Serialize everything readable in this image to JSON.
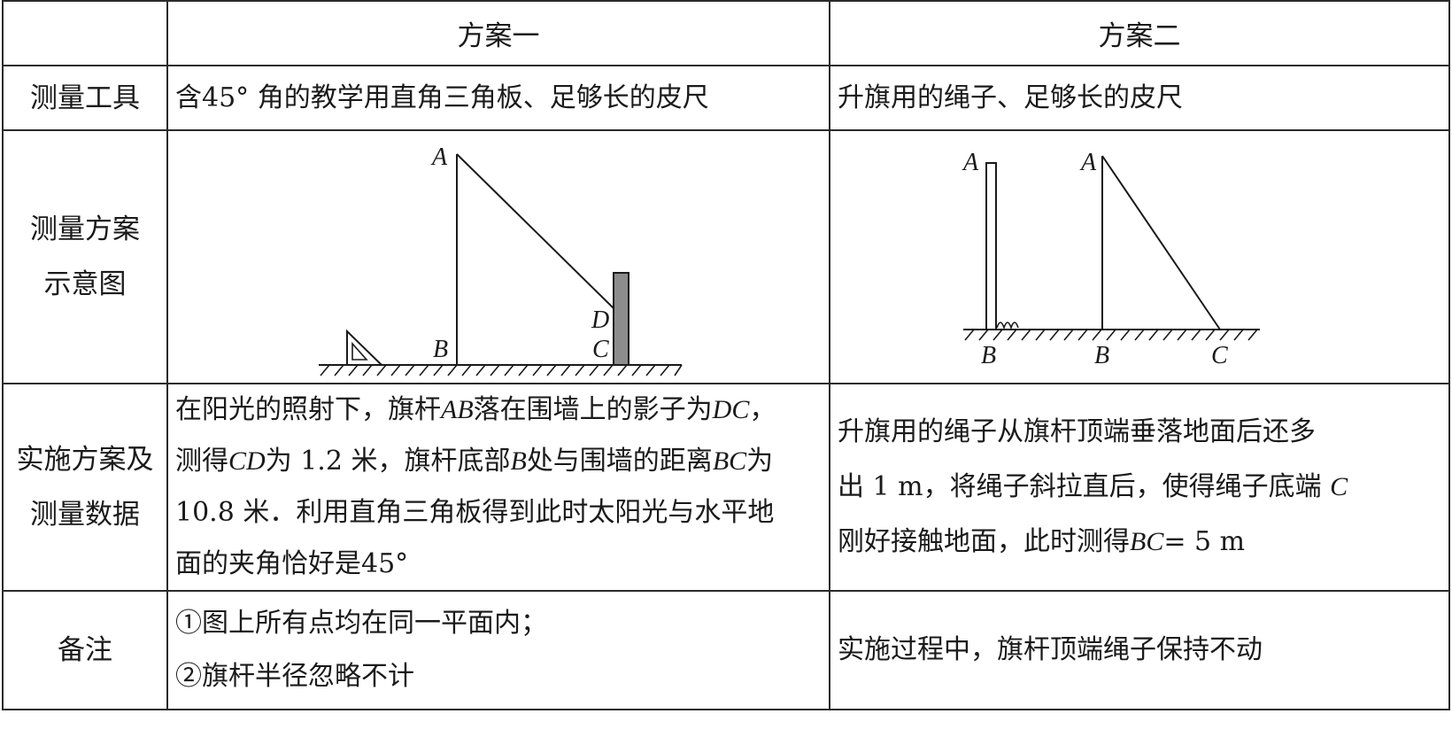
{
  "header": {
    "col1": "方案一",
    "col2": "方案二"
  },
  "rows": {
    "tools": {
      "label": "测量工具",
      "plan1": "含45° 角的教学用直角三角板、足够长的皮尺",
      "plan2": "升旗用的绳子、足够长的皮尺"
    },
    "diagram": {
      "label_line1": "测量方案",
      "label_line2": "示意图",
      "plan1_points": {
        "A": "A",
        "B": "B",
        "C": "C",
        "D": "D"
      },
      "plan2_points": {
        "A1": "A",
        "B1": "B",
        "A2": "A",
        "B2": "B",
        "C": "C"
      }
    },
    "implementation": {
      "label_line1": "实施方案及",
      "label_line2": "测量数据",
      "plan1": {
        "l1_a": "在阳光的照射下，旗杆",
        "l1_b": "AB",
        "l1_c": "落在围墙上的影子为",
        "l1_d": "DC",
        "l1_e": "，",
        "l2_a": "测得",
        "l2_b": "CD",
        "l2_c": "为 1.2 米，旗杆底部",
        "l2_d": "B",
        "l2_e": "处与围墙的距离",
        "l2_f": "BC",
        "l2_g": "为",
        "l3": "10.8 米．利用直角三角板得到此时太阳光与水平地",
        "l4": "面的夹角恰好是45°"
      },
      "plan2": {
        "l1": "升旗用的绳子从旗杆顶端垂落地面后还多",
        "l2_a": "出 1 m，将绳子斜拉直后，使得绳子底端",
        "l2_b": "C",
        "l3_a": "刚好接触地面，此时测得",
        "l3_b": "BC",
        "l3_c": "= 5 m"
      }
    },
    "notes": {
      "label": "备注",
      "plan1_l1": "①图上所有点均在同一平面内；",
      "plan1_l2": "②旗杆半径忽略不计",
      "plan2": "实施过程中，旗杆顶端绳子保持不动"
    }
  }
}
